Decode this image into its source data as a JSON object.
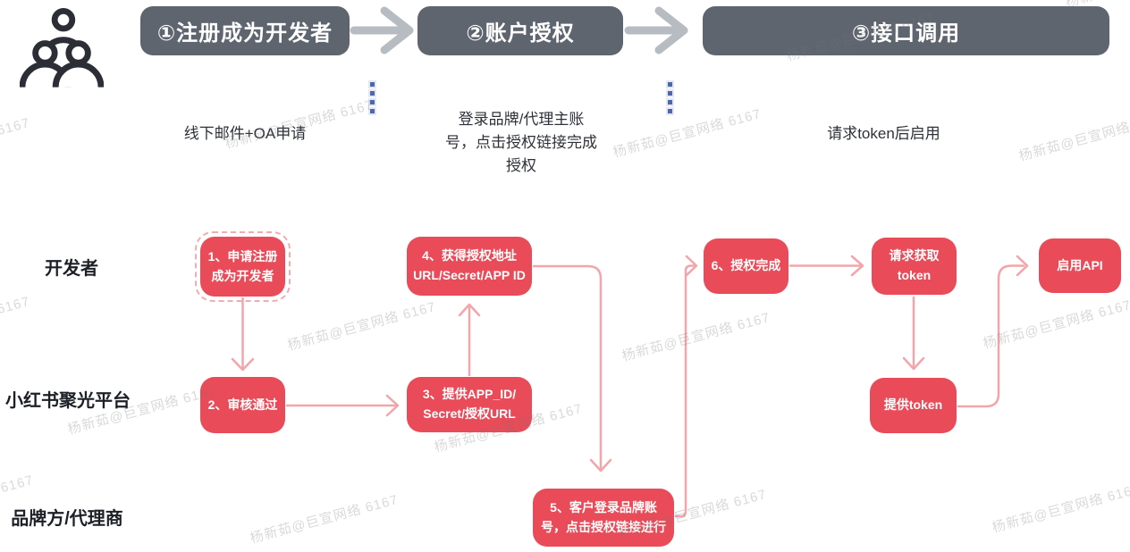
{
  "watermark": {
    "text": "杨新茹@巨宣网络 6167"
  },
  "steps": [
    {
      "label": "①注册成为开发者",
      "description": "线下邮件+OA申请"
    },
    {
      "label": "②账户授权",
      "description": "登录品牌/代理主账\n号，点击授权链接完成\n授权"
    },
    {
      "label": "③接口调用",
      "description": "请求token后启用"
    }
  ],
  "lanes": [
    {
      "label": "开发者"
    },
    {
      "label": "小红书聚光平台"
    },
    {
      "label": "品牌方/代理商"
    }
  ],
  "nodes": [
    {
      "id": "1",
      "text": "1、申请注册\n成为开发者"
    },
    {
      "id": "2",
      "text": "2、审核通过"
    },
    {
      "id": "3",
      "text": "3、提供APP_ID/\nSecret/授权URL"
    },
    {
      "id": "4",
      "text": "4、获得授权地址\nURL/Secret/APP ID"
    },
    {
      "id": "5",
      "text": "5、客户登录品牌账\n号，点击授权链接进行"
    },
    {
      "id": "6",
      "text": "6、授权完成"
    },
    {
      "id": "7",
      "text": "请求获取\ntoken"
    },
    {
      "id": "8",
      "text": "提供token"
    },
    {
      "id": "9",
      "text": "启用API"
    }
  ],
  "colors": {
    "step_header_bg": "#5f656e",
    "step_header_text": "#ffffff",
    "node_bg": "#e94b58",
    "node_text": "#ffffff",
    "flow_arrow": "#f2a5aa",
    "step_arrow": "#b7bbc2",
    "separator_dot": "#4c67ad",
    "watermark_text": "#787878"
  }
}
